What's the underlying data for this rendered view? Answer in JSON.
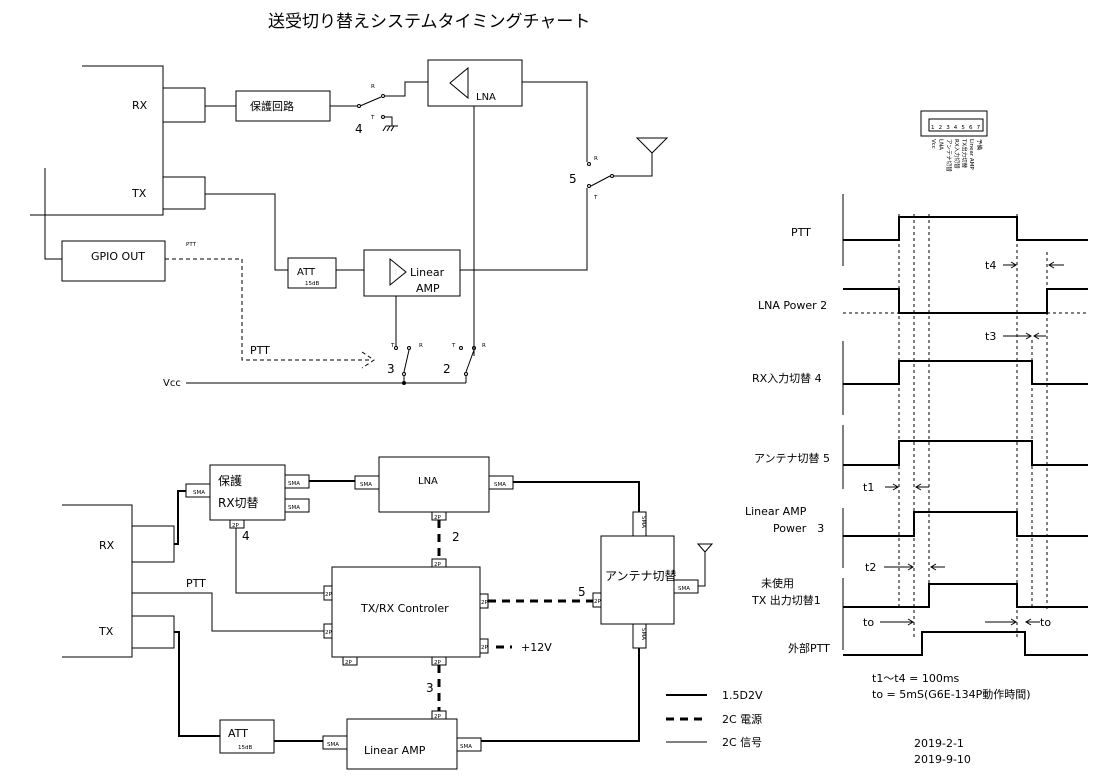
{
  "title": "送受切り替えシステムタイミングチャート",
  "top_diagram": {
    "rx_label": "RX",
    "tx_label": "TX",
    "gpio_label": "GPIO OUT",
    "ptt_small": "PTT",
    "protect_label": "保護回路",
    "lna_label": "LNA",
    "att_label": "ATT",
    "att_sub": "15dB",
    "amp_label_1": "Linear",
    "amp_label_2": "AMP",
    "ptt_label": "PTT",
    "vcc_label": "Vcc",
    "sw_nums": [
      "4",
      "5",
      "3",
      "2"
    ],
    "sw_r": "R",
    "sw_t": "T"
  },
  "connector": {
    "pins": [
      "1",
      "2",
      "3",
      "4",
      "5",
      "6",
      "7"
    ],
    "labels": [
      "Vcc",
      "LNA",
      "アンテナ切替",
      "RX入力切替",
      "TX出力切替",
      "Linear AMP",
      "予備"
    ]
  },
  "bottom_diagram": {
    "rx_label": "RX",
    "tx_label": "TX",
    "ptt_label": "PTT",
    "protect_1": "保護",
    "protect_2": "RX切替",
    "lna_label": "LNA",
    "controller_label": "TX/RX Controler",
    "antenna_label": "アンテナ切替",
    "att_label": "ATT",
    "att_sub": "15dB",
    "amp_label": "Linear AMP",
    "sma": "SMA",
    "pin_2p": "2P",
    "vcc12": "+12V",
    "nums": [
      "4",
      "2",
      "5",
      "3"
    ]
  },
  "legend": {
    "cable_thick": "1.5D2V",
    "power_2c": "2C 電源",
    "signal_2c": "2C 信号"
  },
  "timing": {
    "signals": [
      {
        "name": "PTT"
      },
      {
        "name": "LNA Power 2"
      },
      {
        "name": "RX入力切替 4"
      },
      {
        "name": "アンテナ切替 5"
      },
      {
        "name": "Linear AMP",
        "name2": "Power　3"
      },
      {
        "name": "未使用",
        "name2": "TX 出力切替1"
      },
      {
        "name": "外部PTT"
      }
    ],
    "markers": {
      "t1": "t1",
      "t2": "t2",
      "t3": "t3",
      "t4": "t4",
      "to": "to"
    },
    "note_1": "t1～t4 = 100ms",
    "note_2": "to = 5mS(G6E-134P動作時間)"
  },
  "dates": [
    "2019-2-1",
    "2019-9-10"
  ]
}
